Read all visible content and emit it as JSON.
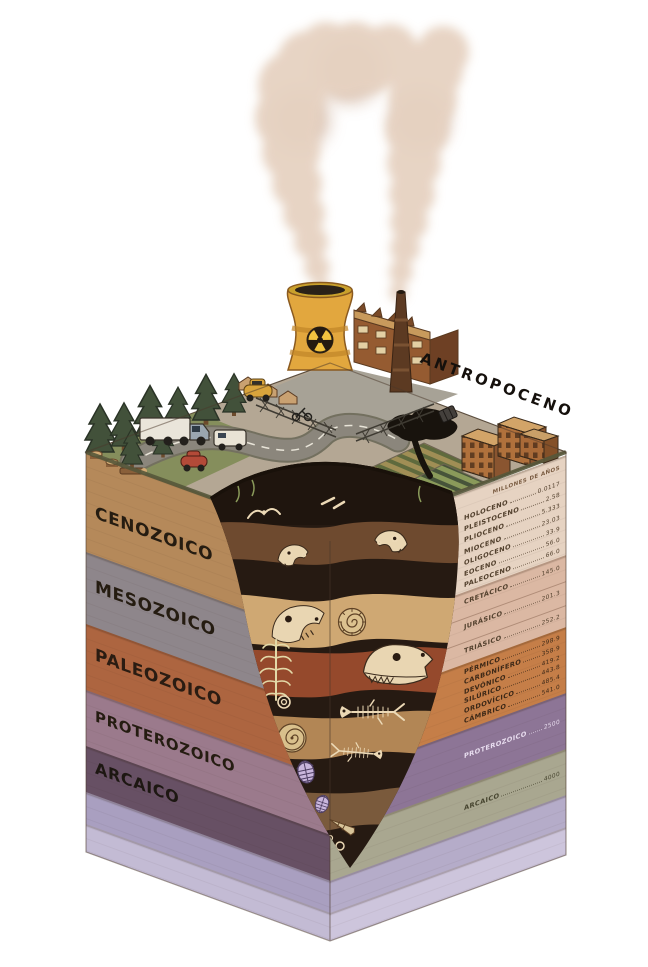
{
  "title": {
    "label": "ANTROPOCENO"
  },
  "timescale": {
    "units_label": "MILLONES DE AÑOS",
    "eras": [
      {
        "name": "CENOZOICO"
      },
      {
        "name": "MESOZOICO"
      },
      {
        "name": "PALEOZOICO"
      },
      {
        "name": "PROTEROZOICO"
      },
      {
        "name": "ARCAICO"
      }
    ],
    "epochs": [
      {
        "name": "HOLOCENO",
        "value": "0.0117",
        "era": "cenozoico"
      },
      {
        "name": "PLEISTOCENO",
        "value": "2.58",
        "era": "cenozoico"
      },
      {
        "name": "PLIOCENO",
        "value": "5.333",
        "era": "cenozoico"
      },
      {
        "name": "MIOCENO",
        "value": "23.03",
        "era": "cenozoico"
      },
      {
        "name": "OLIGOCENO",
        "value": "33.9",
        "era": "cenozoico"
      },
      {
        "name": "EOCENO",
        "value": "56.0",
        "era": "cenozoico"
      },
      {
        "name": "PALEOCENO",
        "value": "66.0",
        "era": "cenozoico"
      },
      {
        "name": "CRETÁCICO",
        "value": "145.0",
        "era": "mesozoico"
      },
      {
        "name": "JURÁSICO",
        "value": "201.3",
        "era": "mesozoico"
      },
      {
        "name": "TRIÁSICO",
        "value": "252.2",
        "era": "mesozoico"
      },
      {
        "name": "PÉRMICO",
        "value": "298.9",
        "era": "paleozoico"
      },
      {
        "name": "CARBONÍFERO",
        "value": "358.9",
        "era": "paleozoico"
      },
      {
        "name": "DEVÓNICO",
        "value": "419.2",
        "era": "paleozoico"
      },
      {
        "name": "SILÚRICO",
        "value": "443.8",
        "era": "paleozoico"
      },
      {
        "name": "ORDOVÍCICO",
        "value": "485.4",
        "era": "paleozoico"
      },
      {
        "name": "CÁMBRICO",
        "value": "541.0",
        "era": "paleozoico"
      },
      {
        "name": "PROTEROZOICO",
        "value": "2500",
        "era": "proterozoico"
      },
      {
        "name": "ARCAICO",
        "value": "4000",
        "era": "arcaico"
      }
    ]
  },
  "palette": {
    "background": "#ffffff",
    "smoke": "#e6d2c1",
    "cooling_tower_yellow": "#e2a73e",
    "factory_brown": "#955b31",
    "left_face": {
      "cenozoico": "#b5895a",
      "mesozoico": "#8e868b",
      "paleozoico": "#ad6540",
      "proterozoico": "#9b7a8c",
      "arcaico": "#675064",
      "base_upper": "#a99fc0",
      "base_lower": "#c3bbd4"
    },
    "right_face": {
      "cenozoico": "#e6d3c2",
      "mesozoico": "#dbb8a3",
      "paleozoico": "#c57e48",
      "proterozoico": "#8d7596",
      "arcaico": "#a9a790",
      "base_upper": "#b5acc9",
      "base_lower": "#cdc5dc"
    },
    "pit_dark": "#261a12",
    "fossil_cream": "#ecd9b6"
  },
  "scene": {
    "surface_icons": [
      "smoke-plumes",
      "nuclear-cooling-tower",
      "radiation-symbol",
      "factory",
      "brick-chimney",
      "pine-trees",
      "tree-stumps",
      "log",
      "box-truck",
      "yellow-car",
      "red-car",
      "camper-van",
      "motorbike",
      "road",
      "crop-fields",
      "oil-spill",
      "oil-barrel",
      "apartment-buildings",
      "wire-fence",
      "small-houses"
    ],
    "fossil_icons": [
      "pterosaur-skeleton",
      "mammal-skull",
      "canine-skull",
      "horse-skull",
      "ammonite-shell",
      "tyrannosaur-skull",
      "fern-frond",
      "snail-shell",
      "nautilus-shell",
      "fish-skeleton",
      "trilobite",
      "belemnite",
      "bone-fragments"
    ]
  }
}
